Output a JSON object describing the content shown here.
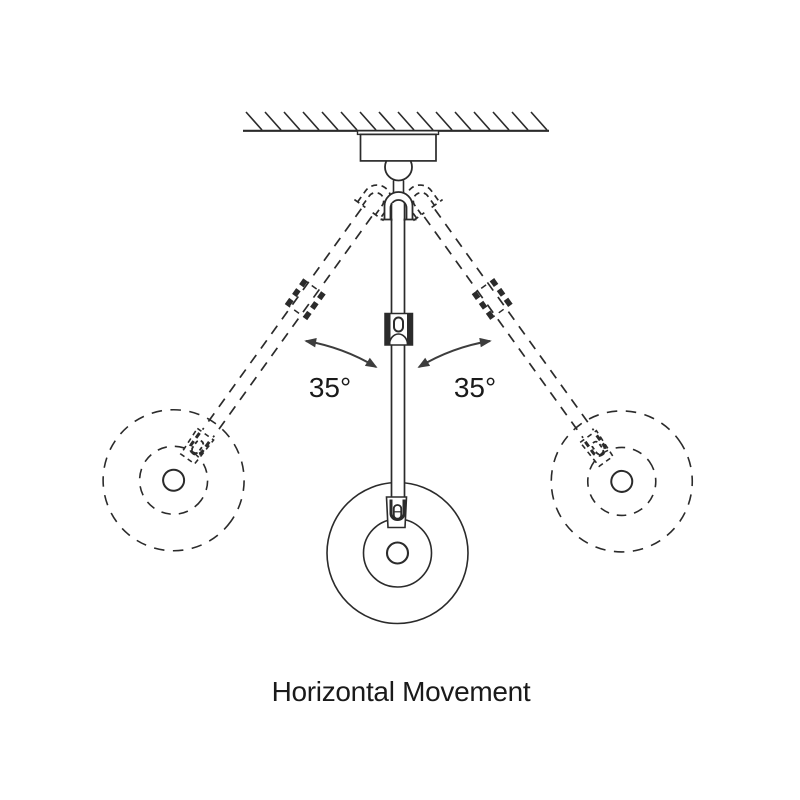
{
  "diagram": {
    "caption": "Horizontal Movement",
    "left_angle": "35°",
    "right_angle": "35°",
    "swing_angle_degrees": 35,
    "colors": {
      "line": "#2b2b2b",
      "arrow": "#3d3d3d",
      "text": "#1a1a1a",
      "background": "#ffffff"
    }
  }
}
